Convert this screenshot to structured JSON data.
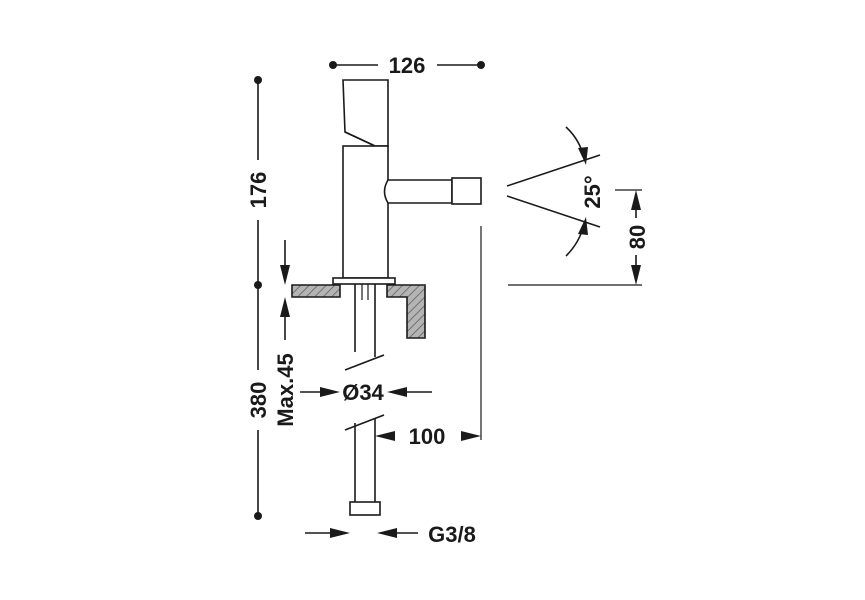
{
  "dimensions": {
    "width_top": "126",
    "height_total": "176",
    "height_lower": "380",
    "max_thickness": "Max.45",
    "angle": "25°",
    "spout_height": "80",
    "hole_diameter": "Ø34",
    "spout_reach": "100",
    "connection": "G3/8"
  },
  "colors": {
    "line": "#1a1a1a",
    "hatch_fill": "#a8a8a8",
    "background": "#ffffff"
  }
}
